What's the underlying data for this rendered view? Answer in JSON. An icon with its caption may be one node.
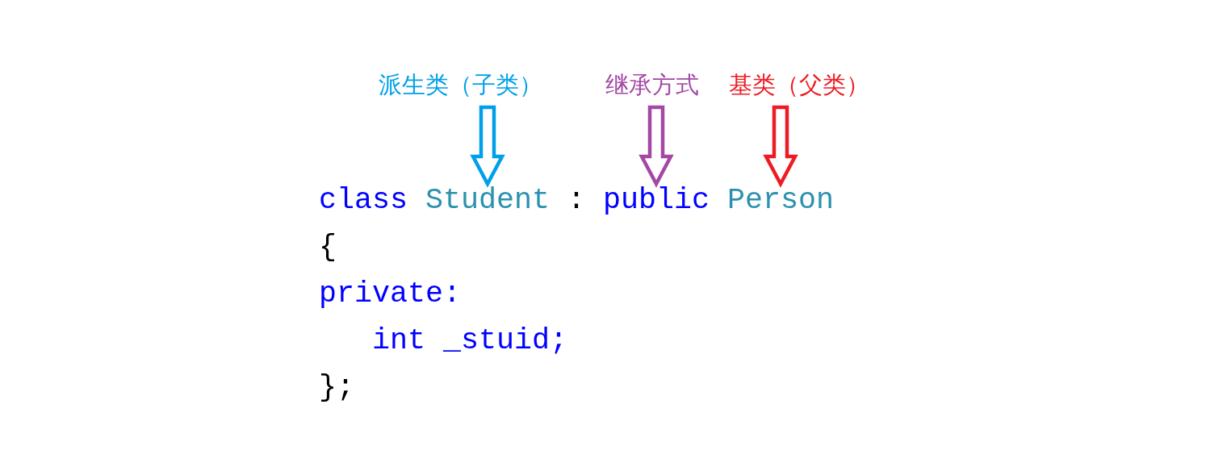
{
  "diagram": {
    "nodes": [
      {
        "text": [
          "派生类（子类）"
        ]
      },
      {
        "text": [
          "继承方式"
        ]
      },
      {
        "text": [
          "基类（父类）"
        ]
      },
      {
        "text": [
          "Student"
        ]
      },
      {
        "text": [
          "public"
        ]
      },
      {
        "text": [
          "Person"
        ]
      }
    ],
    "edges": [
      {
        "from": 0,
        "to": 3,
        "arrow": "to",
        "style": "thick",
        "color": "#00a0e9"
      },
      {
        "from": 1,
        "to": 4,
        "arrow": "to",
        "style": "thick",
        "color": "#a349a4"
      },
      {
        "from": 2,
        "to": 5,
        "arrow": "to",
        "style": "thick",
        "color": "#ed1c24"
      }
    ],
    "labels": [
      "class",
      ":",
      "{",
      "private:",
      "int _stuid;",
      "};"
    ]
  }
}
